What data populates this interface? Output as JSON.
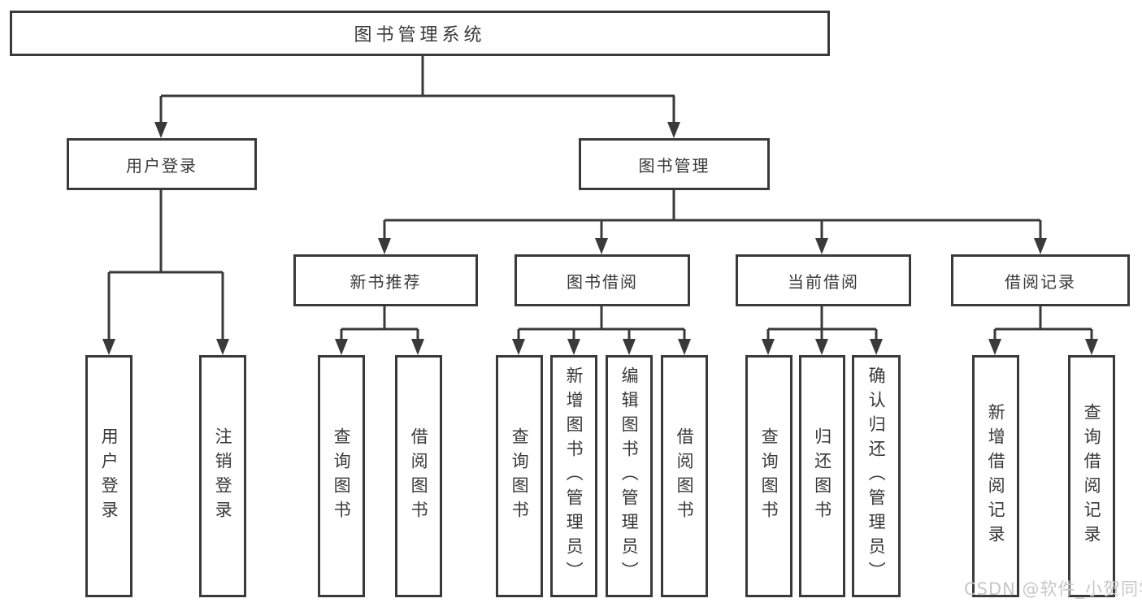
{
  "nodes": {
    "root": "图书管理系统",
    "user_login": "用户登录",
    "book_mgmt": "图书管理",
    "new_book_rec": "新书推荐",
    "book_borrow": "图书借阅",
    "current_borrow": "当前借阅",
    "borrow_records": "借阅记录",
    "leaf_user_login": "用户登录",
    "leaf_logout": "注销登录",
    "leaf_query_book_rec": "查询图书",
    "leaf_borrow_book_rec": "借阅图书",
    "leaf_query_book_borrow": "查询图书",
    "leaf_add_book_admin": "新增图书（管理员）",
    "leaf_edit_book_admin": "编辑图书（管理员）",
    "leaf_borrow_book_borrow": "借阅图书",
    "leaf_query_book_current": "查询图书",
    "leaf_return_book": "归还图书",
    "leaf_confirm_return_admin": "确认归还（管理员）",
    "leaf_add_borrow_record": "新增借阅记录",
    "leaf_query_borrow_record": "查询借阅记录"
  },
  "watermark": "CSDN @软件_小贺同学",
  "colors": {
    "line": "#3a3a3a",
    "text": "#383838",
    "watermark": "#c7c7c7",
    "background": "#ffffff"
  }
}
